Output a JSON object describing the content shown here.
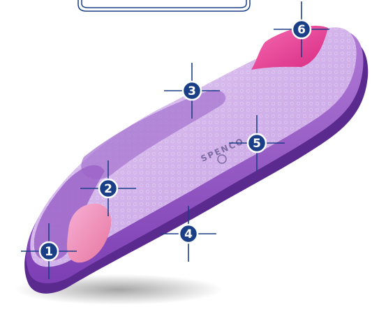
{
  "brand_text": "SPENCO",
  "colors": {
    "callout_fill": "#1b3f86",
    "callout_stroke": "#ffffff",
    "top_layer": "#d5b6ea",
    "mid_layer": "#9a5fc4",
    "base_layer": "#5b2a8f",
    "pad_pink": "#ef8fc6",
    "heel_pink": "#ea3f94"
  },
  "callouts": [
    {
      "label": "1"
    },
    {
      "label": "2"
    },
    {
      "label": "3"
    },
    {
      "label": "4"
    },
    {
      "label": "5"
    },
    {
      "label": "6"
    }
  ]
}
